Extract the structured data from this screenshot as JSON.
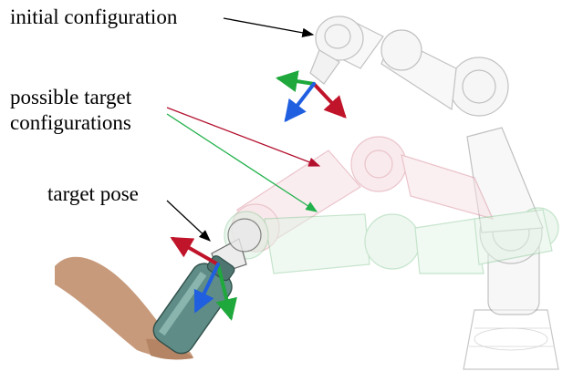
{
  "labels": {
    "initial": "initial configuration",
    "possible_line1": "possible target",
    "possible_line2": "configurations",
    "target_pose": "target pose"
  },
  "colors": {
    "arrow_x": "#c0142a",
    "arrow_y": "#1fa83c",
    "arrow_z": "#1f5fe0",
    "robot_initial": "#9a9a9a",
    "robot_target_red": "#e3a3ae",
    "robot_target_green": "#a9d9b2",
    "pointer_black": "#000000",
    "pointer_red": "#b3102e",
    "pointer_green": "#22b14c"
  },
  "icons": {
    "robot_arm": "robot-arm-icon",
    "coordinate_frame": "coordinate-frame-icon",
    "hand_with_bottle": "hand-bottle-icon"
  }
}
